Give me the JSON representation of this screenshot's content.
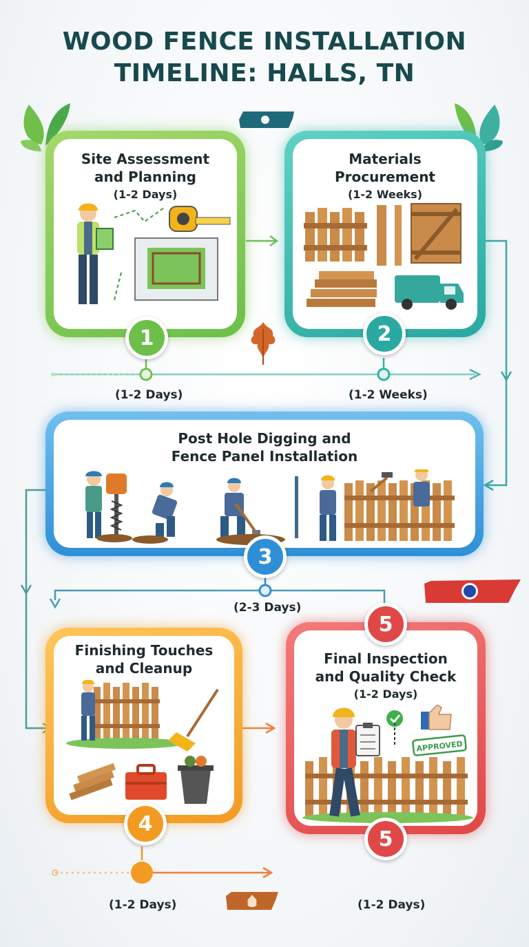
{
  "title": {
    "line1": "WOOD FENCE INSTALLATION",
    "line2": "TIMELINE: HALLS, TN"
  },
  "steps": [
    {
      "number": "1",
      "title_line1": "Site Assessment",
      "title_line2": "and Planning",
      "duration_in_card": "(1-2 Days)",
      "duration_label": "(1-2 Days)",
      "color": "#7cc44a"
    },
    {
      "number": "2",
      "title_line1": "Materials",
      "title_line2": "Procurement",
      "duration_in_card": "(1-2 Weeks)",
      "duration_label": "(1-2 Weeks)",
      "color": "#2fb3a8"
    },
    {
      "number": "3",
      "title_line1": "Post Hole Digging and",
      "title_line2": "Fence Panel Installation",
      "duration_label": "(2-3 Days)",
      "color": "#2f8fd6"
    },
    {
      "number": "4",
      "title_line1": "Finishing Touches",
      "title_line2": "and Cleanup",
      "duration_label": "(1-2 Days)",
      "color": "#f39a22"
    },
    {
      "number": "5",
      "title_line1": "Final Inspection",
      "title_line2": "and Quality Check",
      "duration_in_card": "(1-2 Days)",
      "duration_label": "(1-2 Days)",
      "color": "#e04848"
    }
  ],
  "stamp_text": "APPROVED",
  "icons": [
    "leaf-icon",
    "tennessee-map-icon",
    "oak-leaf-icon",
    "worker-icon",
    "tape-measure-icon",
    "site-plan-icon",
    "fence-panel-icon",
    "post-icon",
    "gate-icon",
    "lumber-icon",
    "truck-icon",
    "auger-icon",
    "shovel-icon",
    "hammer-icon",
    "broom-icon",
    "toolbox-icon",
    "trash-can-icon",
    "clipboard-icon",
    "checkmark-icon",
    "thumbs-up-icon"
  ]
}
